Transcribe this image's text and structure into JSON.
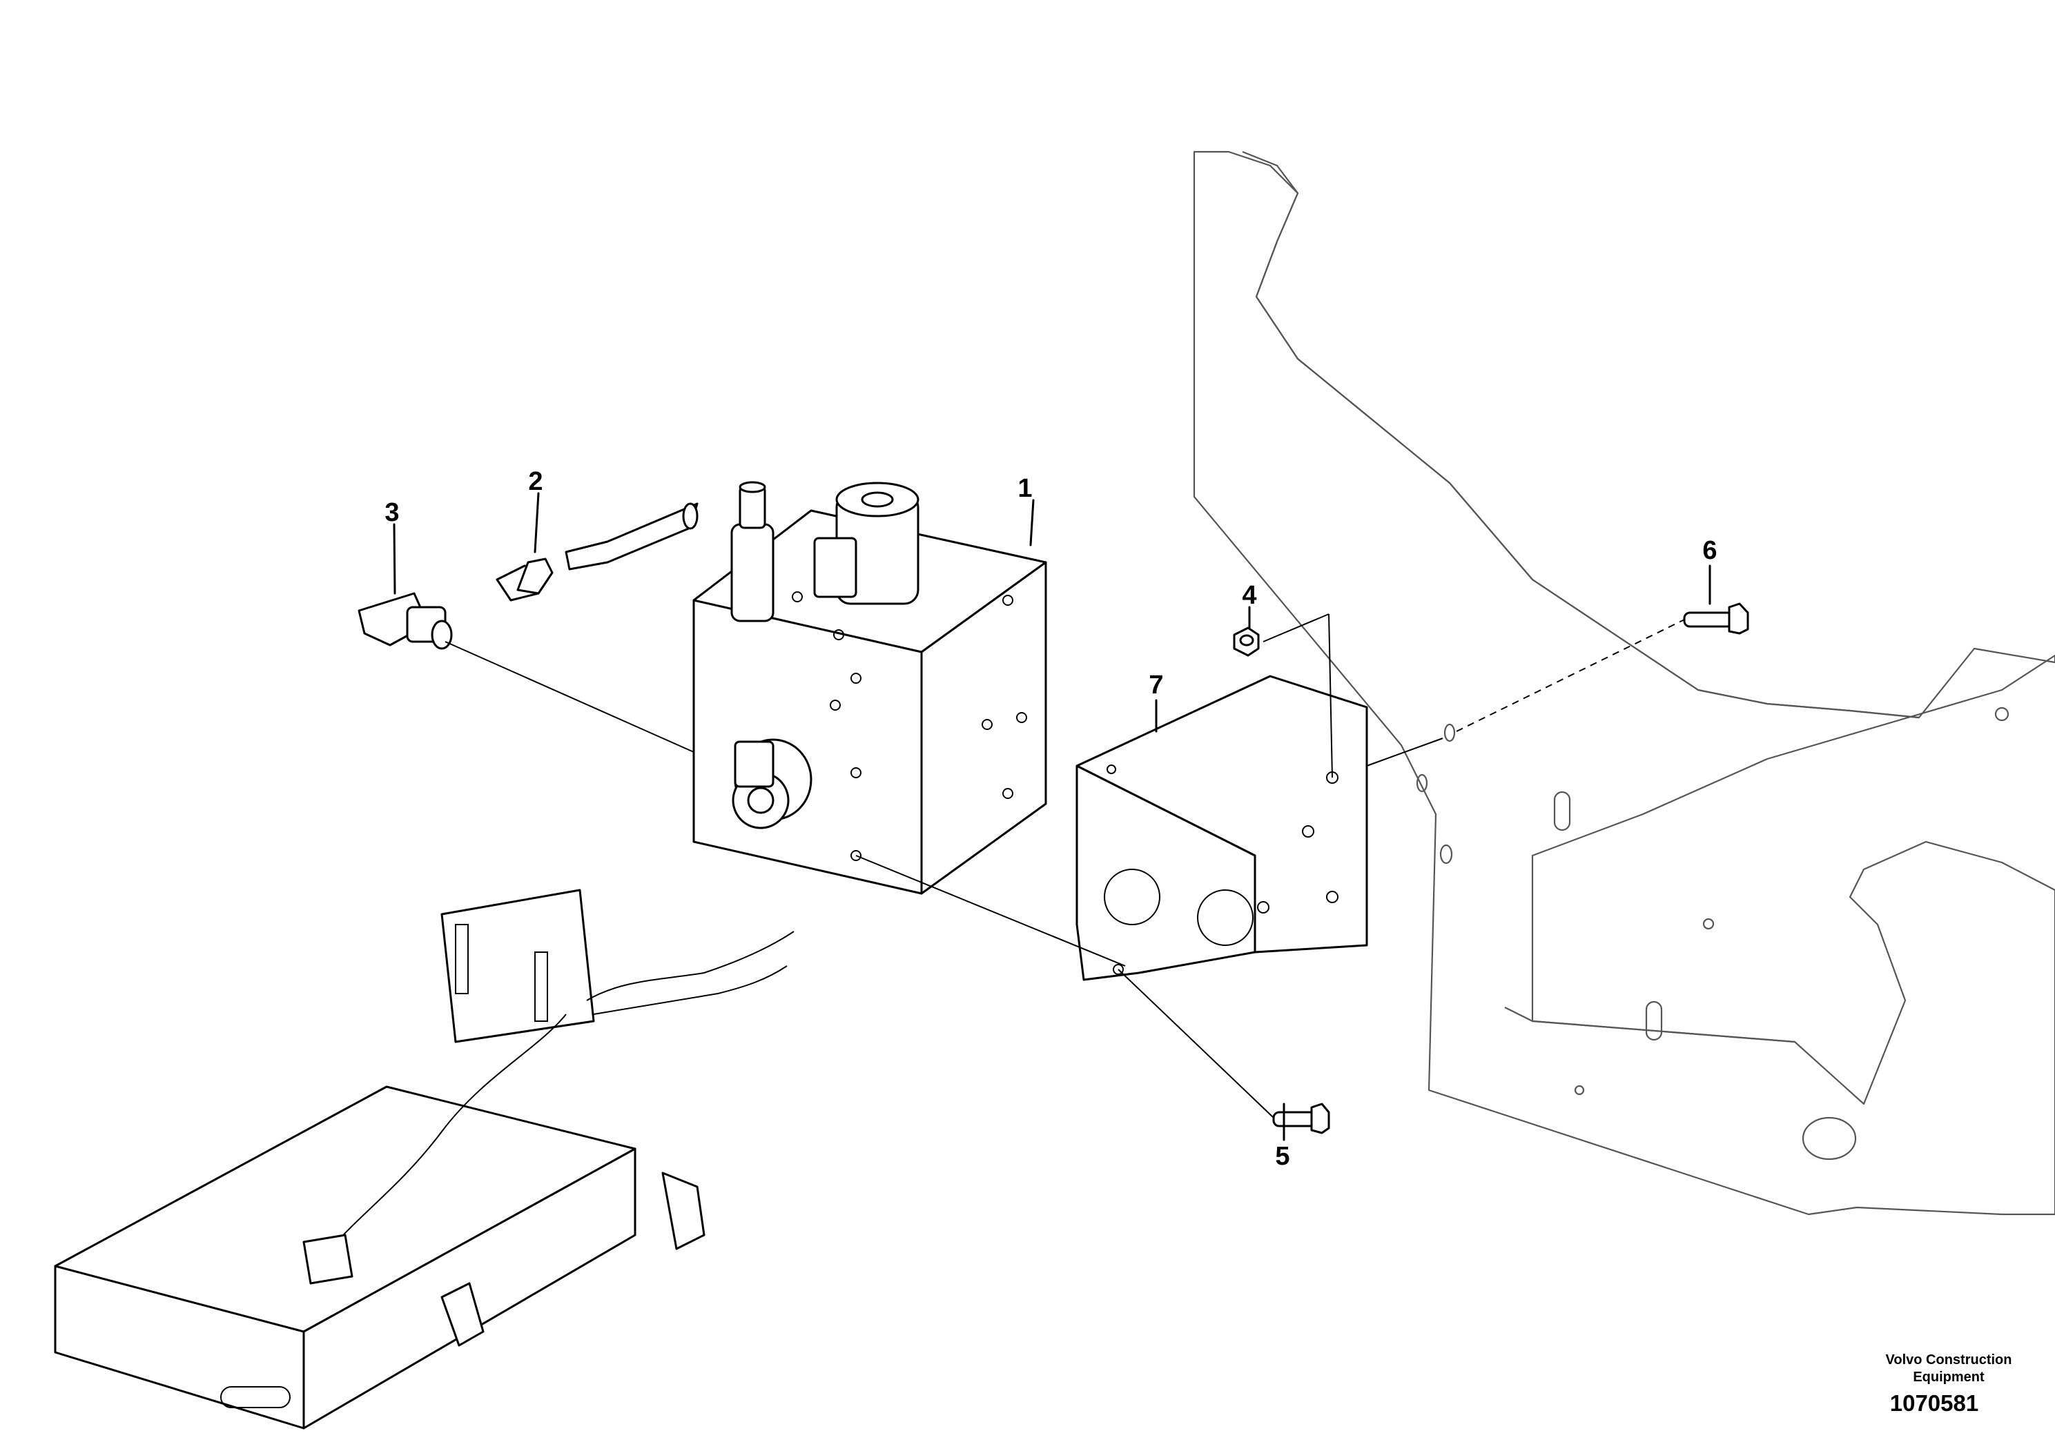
{
  "callouts": [
    {
      "id": "1",
      "label": "1"
    },
    {
      "id": "2",
      "label": "2"
    },
    {
      "id": "3",
      "label": "3"
    },
    {
      "id": "4",
      "label": "4"
    },
    {
      "id": "5",
      "label": "5"
    },
    {
      "id": "6",
      "label": "6"
    },
    {
      "id": "7",
      "label": "7"
    }
  ],
  "caption": {
    "company_line1": "Volvo Construction",
    "company_line2": "Equipment",
    "drawing_id": "1070581"
  }
}
